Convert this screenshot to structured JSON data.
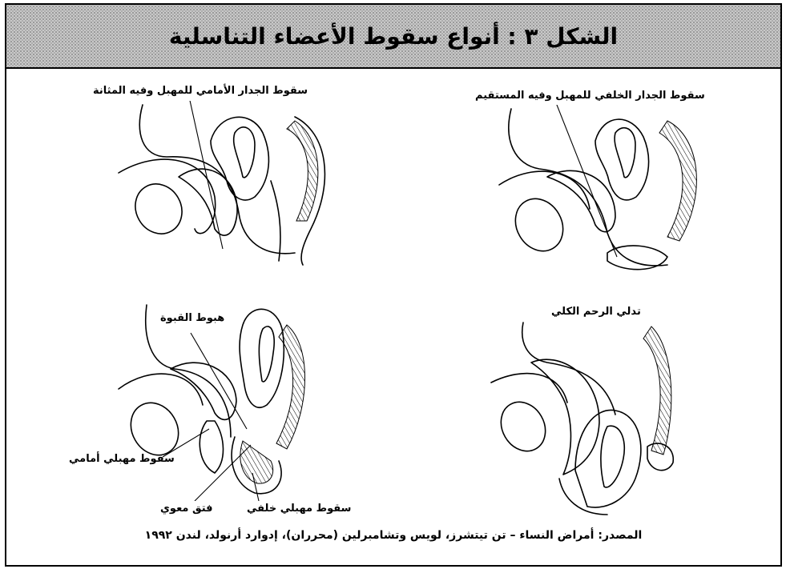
{
  "title": "الشكل ٣ : أنواع سقوط الأعضاء التناسلية",
  "panels": {
    "top_left": {
      "label": "سقوط الجدار الأمامي للمهبل وفيه المثانة"
    },
    "top_right": {
      "label": "سقوط الجدار الخلفي للمهبل وفيه المستقيم"
    },
    "bottom_left": {
      "label_vault": "هبوط القبوة",
      "label_anterior": "سقوط مهبلي أمامي",
      "label_hernia": "فتق معوي",
      "label_posterior": "سقوط مهبلي خلفي"
    },
    "bottom_right": {
      "label": "تدلي الرحم الكلي"
    }
  },
  "source": "المصدر: أمراض النساء – تن تيتشرز، لويس وتشامبرلين (محرران)، إدوارد أرنولد، لندن ١٩٩٢",
  "colors": {
    "title_bg": "#c9c9c9",
    "stroke": "#000000"
  }
}
